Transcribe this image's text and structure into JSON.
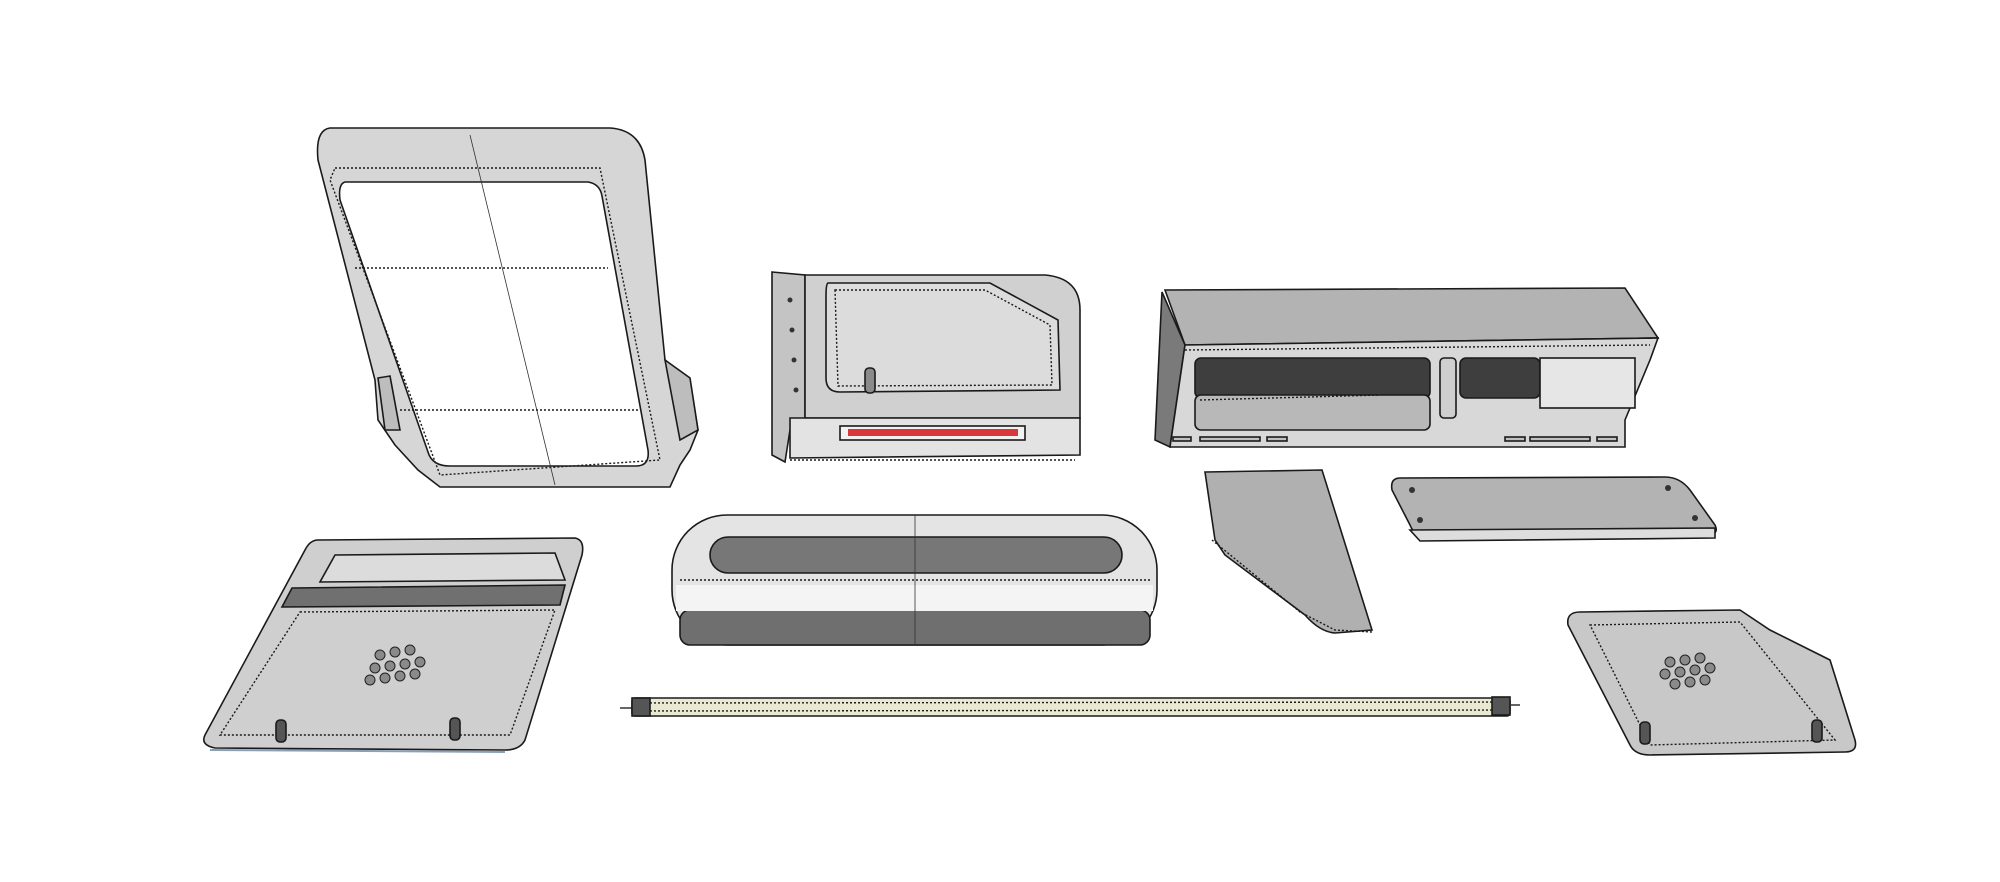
{
  "scene": {
    "background": "#ffffff",
    "colors": {
      "light": "#e8e8e8",
      "mid": "#c8c8c8",
      "dark": "#9a9a9a",
      "darker": "#6e6e6e",
      "accent_red": "#d9383a",
      "rod": "#e9e9d2"
    },
    "parts": [
      "tall-frame",
      "side-panel-box",
      "long-housing",
      "angled-plate",
      "flat-plate",
      "left-tray",
      "oval-tub",
      "threaded-rod",
      "right-tray"
    ]
  }
}
